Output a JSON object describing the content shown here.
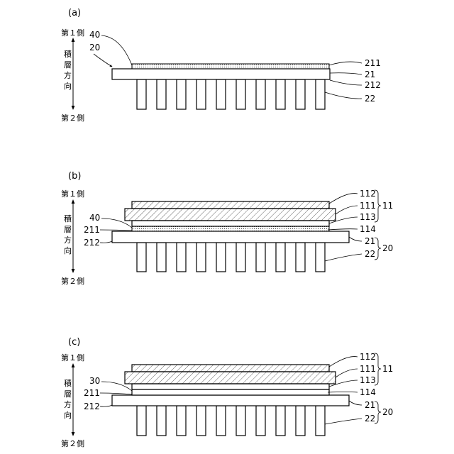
{
  "figure": {
    "side_first": "第１側",
    "side_second": "第２側",
    "stack_direction_chars": [
      "積",
      "層",
      "方",
      "向"
    ]
  },
  "panels": [
    {
      "id": "a",
      "label": "(a)",
      "left_labels": [
        "40",
        "20"
      ],
      "right_labels": [
        "211",
        "21",
        "212",
        "22"
      ],
      "group_labels": []
    },
    {
      "id": "b",
      "label": "(b)",
      "left_labels": [
        "40",
        "211",
        "212"
      ],
      "right_labels": [
        "112",
        "111",
        "113",
        "114",
        "21",
        "22"
      ],
      "group_labels": [
        "11",
        "20"
      ]
    },
    {
      "id": "c",
      "label": "(c)",
      "left_labels": [
        "30",
        "211",
        "212"
      ],
      "right_labels": [
        "112",
        "111",
        "113",
        "114",
        "21",
        "22"
      ],
      "group_labels": [
        "11",
        "20"
      ]
    }
  ]
}
